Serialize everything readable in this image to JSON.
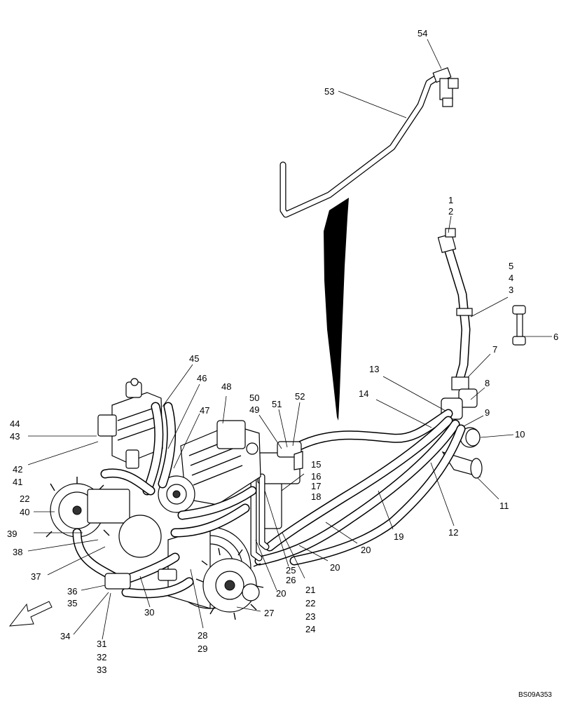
{
  "callouts": [
    "54",
    "53",
    "1",
    "2",
    "5",
    "4",
    "3",
    "6",
    "7",
    "8",
    "9",
    "10",
    "11",
    "12",
    "13",
    "14",
    "45",
    "46",
    "47",
    "48",
    "50",
    "49",
    "51",
    "52",
    "15",
    "16",
    "17",
    "18",
    "19",
    "20",
    "20",
    "20",
    "21",
    "22",
    "23",
    "24",
    "25",
    "26",
    "27",
    "28",
    "29",
    "30",
    "31",
    "32",
    "33",
    "34",
    "35",
    "36",
    "37",
    "38",
    "39",
    "40",
    "22",
    "41",
    "42",
    "43",
    "44"
  ],
  "drawing_code": "BS09A353"
}
